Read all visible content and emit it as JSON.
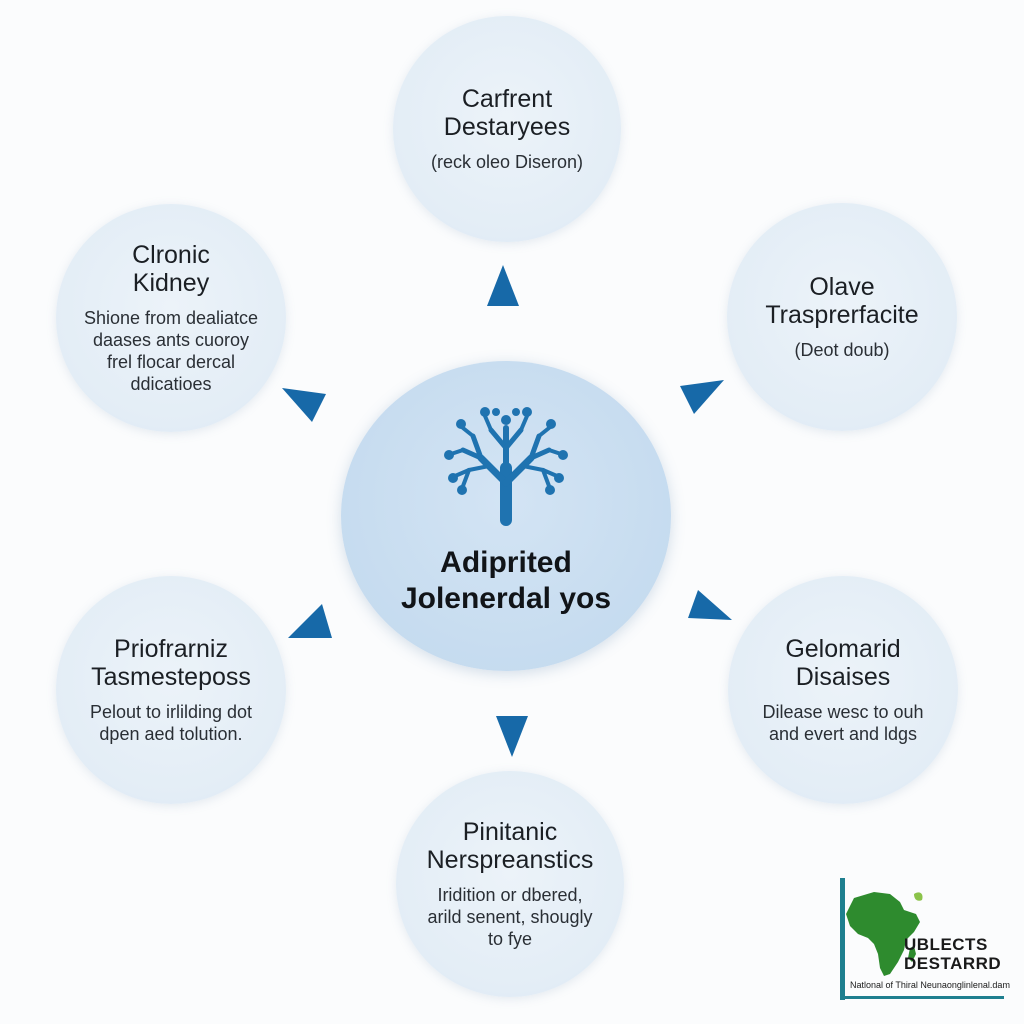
{
  "center": {
    "title_line1": "Adiprited",
    "title_line2": "Jolenerdal yos",
    "icon": "tree-icon"
  },
  "nodes": [
    {
      "id": "top",
      "title_lines": [
        "Carfrent",
        "Destaryees"
      ],
      "sub_lines": [
        "(reck oleo Diseron)"
      ]
    },
    {
      "id": "upper-left",
      "title_lines": [
        "Clronic",
        "Kidney"
      ],
      "sub_lines": [
        "Shione from dealiatce",
        "daases ants cuoroy",
        "frel flocar dercal",
        "ddicatioes"
      ]
    },
    {
      "id": "upper-right",
      "title_lines": [
        "Olave",
        "Trasprerfacite"
      ],
      "sub_lines": [
        "(Deot doub)"
      ]
    },
    {
      "id": "lower-left",
      "title_lines": [
        "Priofrarniz",
        "Tasmesteposs"
      ],
      "sub_lines": [
        "Pelout to irlilding dot",
        "dpen aed tolution."
      ]
    },
    {
      "id": "lower-right",
      "title_lines": [
        "Gelomarid",
        "Disaises"
      ],
      "sub_lines": [
        "Dilease wesc to ouh",
        "and evert and ldgs"
      ]
    },
    {
      "id": "bottom",
      "title_lines": [
        "Pinitanic",
        "Nerspreanstics"
      ],
      "sub_lines": [
        "Iridition or dbered,",
        "arild senent, shougly",
        "to fye"
      ]
    }
  ],
  "arrows": [
    "arrow-up-icon",
    "arrow-down-icon",
    "arrow-left-icon",
    "arrow-right-icon"
  ],
  "logo": {
    "line1": "UBLECTS",
    "line2": "DESTARRD",
    "line3": "Natlonal of Thiral Neunaonglinlenal.dam",
    "icon": "africa-map-icon"
  },
  "colors": {
    "arrow": "#1769a8",
    "tree": "#1f73b0",
    "node_fill": "#e3edf6",
    "center_fill": "#c5dbef",
    "logo_green": "#2e8b2e",
    "logo_bar": "#1e7f8f"
  }
}
